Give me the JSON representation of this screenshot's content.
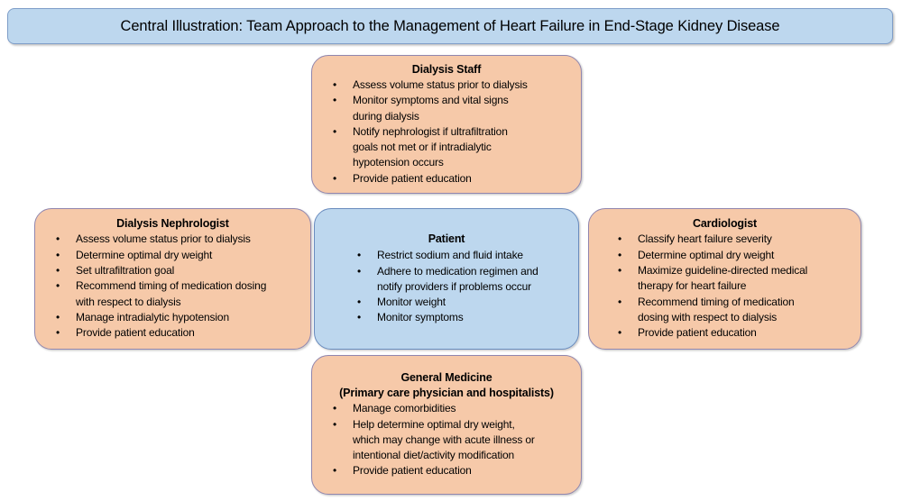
{
  "banner": {
    "title": "Central Illustration: Team Approach to the Management of Heart Failure in End-Stage Kidney Disease"
  },
  "colors": {
    "peach_fill": "#F6C9A9",
    "peach_border": "#9186AE",
    "blue_fill": "#BDD7EE",
    "blue_border": "#6A8CBE",
    "banner_fill": "#BDD7EE",
    "banner_border": "#7F9EC9",
    "text": "#000000"
  },
  "boxes": {
    "dialysis_staff": {
      "title": "Dialysis Staff",
      "items": [
        "Assess volume status prior to dialysis",
        "Monitor symptoms and vital signs\nduring dialysis",
        "Notify nephrologist if ultrafiltration\ngoals not met or if intradialytic\nhypotension occurs",
        "Provide patient education"
      ]
    },
    "dialysis_nephrologist": {
      "title": "Dialysis Nephrologist",
      "items": [
        "Assess volume status prior to dialysis",
        "Determine optimal dry weight",
        "Set ultrafiltration goal",
        "Recommend timing of medication dosing\nwith respect to dialysis",
        "Manage intradialytic hypotension",
        "Provide patient education"
      ]
    },
    "patient": {
      "title": "Patient",
      "items": [
        "Restrict sodium and fluid intake",
        "Adhere to medication regimen and\nnotify providers if problems occur",
        "Monitor weight",
        "Monitor symptoms"
      ]
    },
    "cardiologist": {
      "title": "Cardiologist",
      "items": [
        "Classify heart failure severity",
        "Determine optimal dry weight",
        "Maximize guideline-directed medical\ntherapy for heart failure",
        "Recommend timing of medication\ndosing with respect to dialysis",
        "Provide patient education"
      ]
    },
    "general_medicine": {
      "title": "General Medicine",
      "subtitle": "(Primary care physician and hospitalists)",
      "items": [
        "Manage comorbidities",
        "Help determine optimal dry weight,\nwhich may change with acute illness or\nintentional diet/activity modification",
        "Provide patient education"
      ]
    }
  }
}
